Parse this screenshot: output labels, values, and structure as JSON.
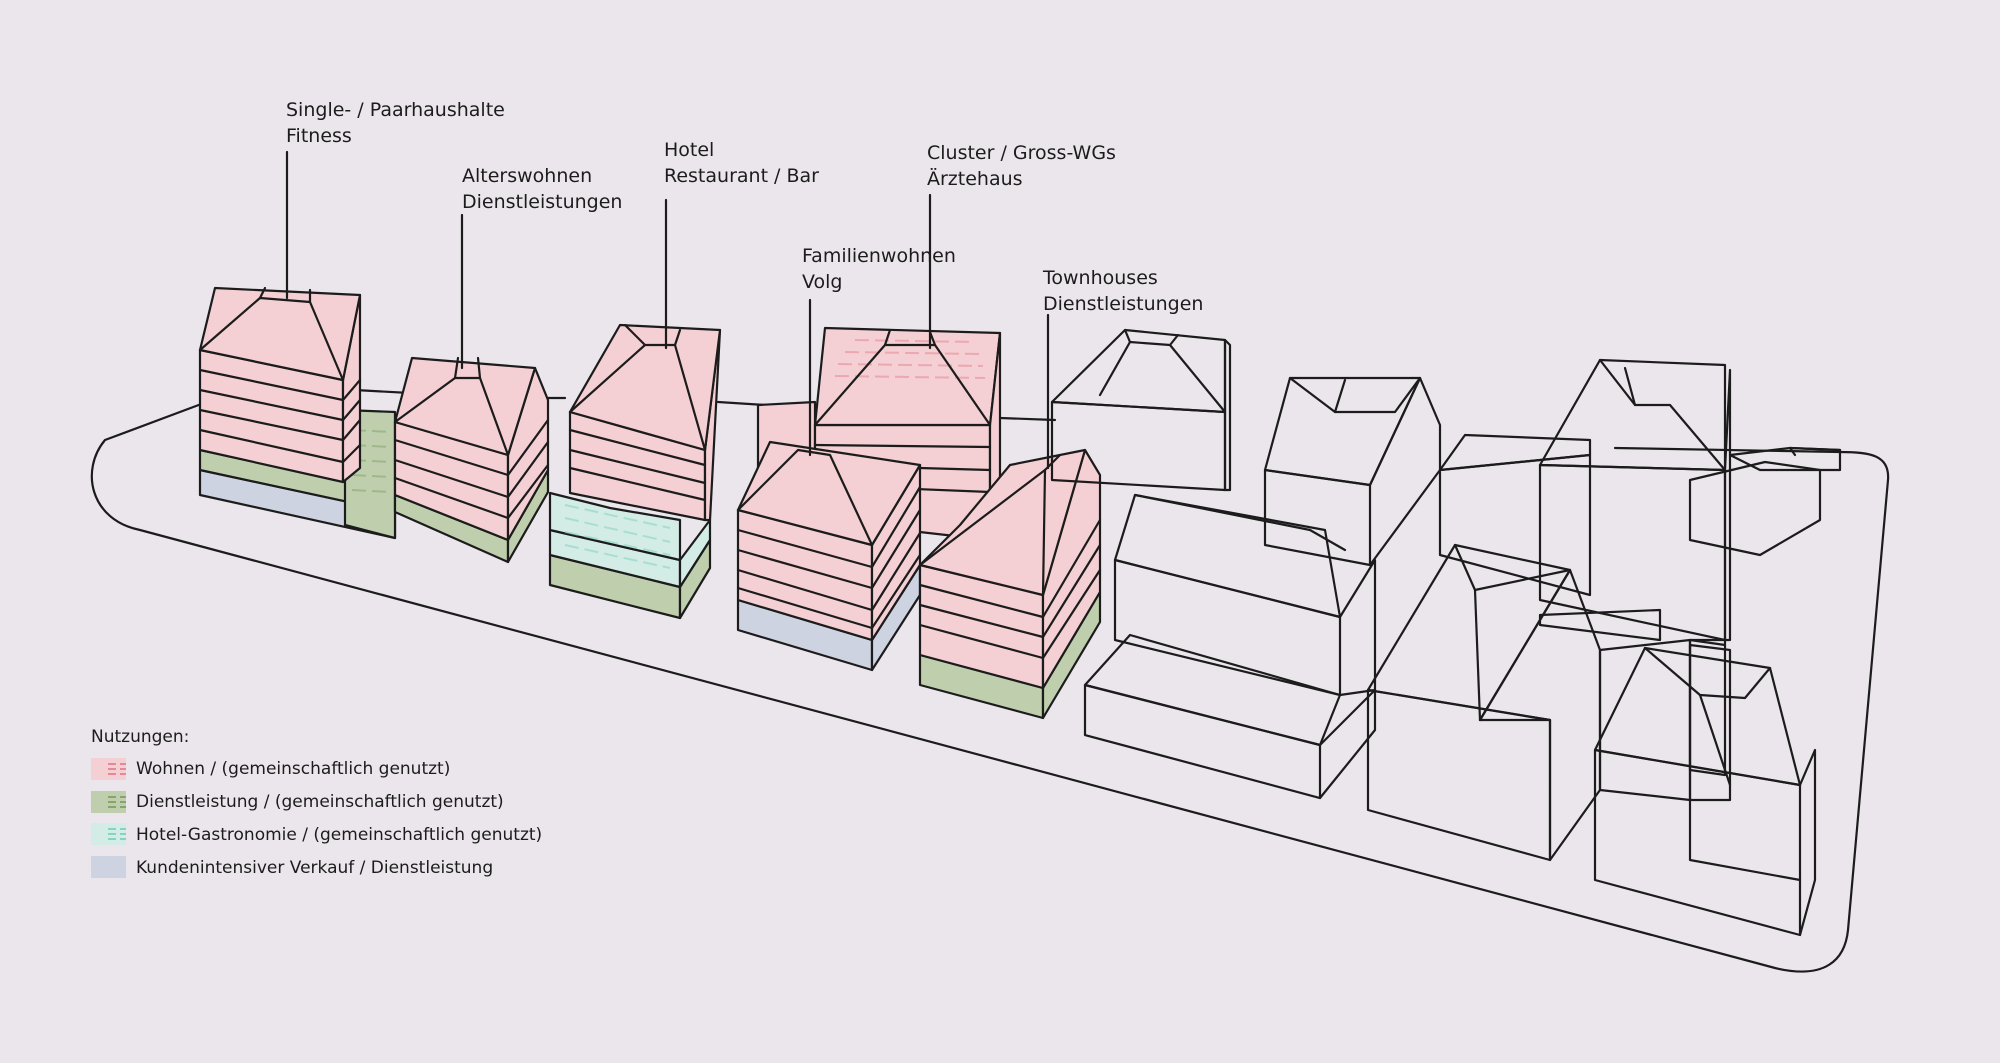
{
  "colors": {
    "background": "#ebe6ec",
    "wohnen": "#f4cfd3",
    "dienstleistung": "#bfcfae",
    "hotel": "#d3ece6",
    "verkauf": "#ced3e2",
    "outline": "#1c1c1c"
  },
  "labels": {
    "single": {
      "line1": "Single- / Paarhaushalte",
      "line2": "Fitness"
    },
    "alters": {
      "line1": "Alterswohnen",
      "line2": "Dienstleistungen"
    },
    "hotel": {
      "line1": "Hotel",
      "line2": "Restaurant / Bar"
    },
    "cluster": {
      "line1": "Cluster / Gross-WGs",
      "line2": "Ärztehaus"
    },
    "familien": {
      "line1": "Familienwohnen",
      "line2": "Volg"
    },
    "townhouses": {
      "line1": "Townhouses",
      "line2": "Dienstleistungen"
    }
  },
  "legend": {
    "title": "Nutzungen:",
    "items": [
      {
        "label": "Wohnen / (gemeinschaftlich genutzt)",
        "color": "#f4cfd3",
        "hatch": "#e48a97"
      },
      {
        "label": "Dienstleistung / (gemeinschaftlich genutzt)",
        "color": "#bfcfae",
        "hatch": "#86a56c"
      },
      {
        "label": "Hotel-Gastronomie / (gemeinschaftlich genutzt)",
        "color": "#d3ece6",
        "hatch": "#86d3c1"
      },
      {
        "label": "Kundenintensiver Verkauf / Dienstleistung",
        "color": "#ced3e2",
        "hatch": ""
      }
    ]
  }
}
